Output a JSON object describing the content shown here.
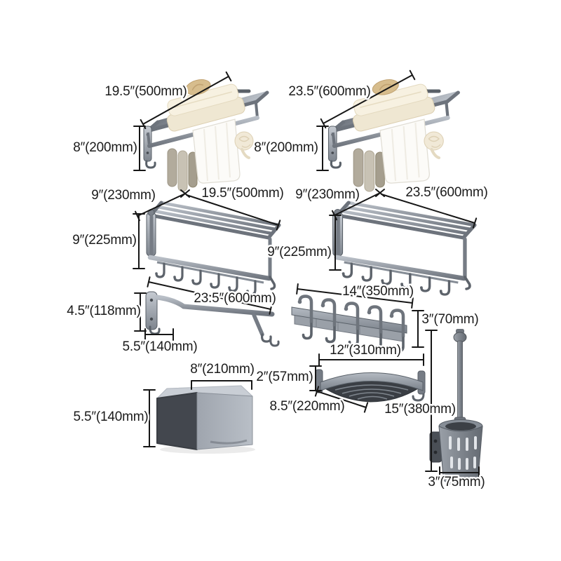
{
  "page": {
    "background": "#ffffff",
    "description": "Bathroom hardware set dimension diagram"
  },
  "palette": {
    "dimension_line": "#161616",
    "label_text": "#1b1b1b",
    "metal_light": "#c6cbd2",
    "metal": "#8a9099",
    "metal_dark": "#565c64",
    "towel_cream": "#f3ecda",
    "towel_tan": "#d7bd8d",
    "towel_white": "#fcfbf8",
    "towel_gray": "#b2ab9c"
  },
  "items": [
    {
      "id": "towel-rack-shelf-500",
      "labels": {
        "width": "19.5″(500mm)",
        "height": "8″(200mm)"
      }
    },
    {
      "id": "towel-rack-shelf-600",
      "labels": {
        "width": "23.5″(600mm)",
        "height": "8″(200mm)"
      }
    },
    {
      "id": "folding-towel-rack-500",
      "labels": {
        "depth": "9″(230mm)",
        "width": "19.5″(500mm)",
        "height": "9″(225mm)"
      }
    },
    {
      "id": "folding-towel-rack-600",
      "labels": {
        "depth": "9″(230mm)",
        "width": "23.5″(600mm)",
        "height": "9″(225mm)"
      }
    },
    {
      "id": "towel-bar-600",
      "labels": {
        "length": "23.5″(600mm)",
        "height": "4.5″(118mm)",
        "depth": "5.5″(140mm)"
      }
    },
    {
      "id": "hook-rail",
      "labels": {
        "width": "14″(350mm)",
        "height": "3″(70mm)"
      }
    },
    {
      "id": "storage-box",
      "labels": {
        "width": "8″(210mm)",
        "height": "5.5″(140mm)"
      }
    },
    {
      "id": "corner-shelf",
      "labels": {
        "width": "12″(310mm)",
        "height": "2″(57mm)",
        "depth": "8.5″(220mm)"
      }
    },
    {
      "id": "toilet-brush-holder",
      "labels": {
        "height": "15″(380mm)",
        "width": "3″(75mm)"
      }
    }
  ]
}
